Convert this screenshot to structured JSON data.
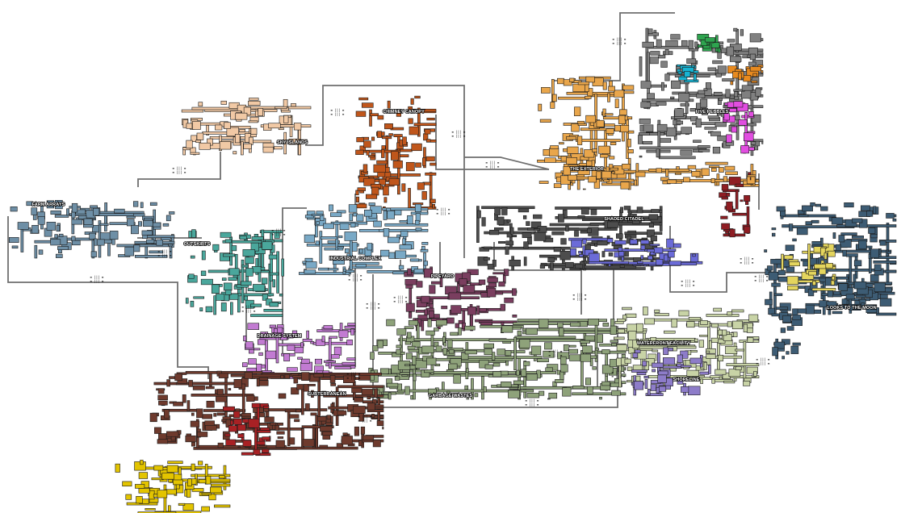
{
  "map_title": "",
  "regions": [
    {
      "id": "sky-islands",
      "label": "SKY ISLANDS",
      "color": "#f1c9a5"
    },
    {
      "id": "chimney-canopy",
      "label": "CHIMNEY CANOPY",
      "color": "#c0561b"
    },
    {
      "id": "farm-arrays",
      "label": "FARM ARRAYS",
      "color": "#6e8fa6"
    },
    {
      "id": "outskirts",
      "label": "OUTSKIRTS",
      "color": "#4aa79c"
    },
    {
      "id": "industrial-complex",
      "label": "INDUSTRIAL COMPLEX",
      "color": "#79a9c6"
    },
    {
      "id": "the-exterior",
      "label": "THE EXTERIOR",
      "color": "#e9a64b"
    },
    {
      "id": "shaded-citadel",
      "label": "SHADED CITADEL",
      "color": "#4d4d4d"
    },
    {
      "id": "five-pebbles",
      "label": "FIVE PEBBLES",
      "color": "#808080"
    },
    {
      "id": "drainage-system",
      "label": "DRAINAGE SYSTEM",
      "color": "#c27bd2"
    },
    {
      "id": "pipeyard",
      "label": "PIPEYARD",
      "color": "#7a3e5f"
    },
    {
      "id": "garbage-wastes",
      "label": "GARBAGE WASTES",
      "color": "#8ea27a"
    },
    {
      "id": "shoreline",
      "label": "SHORELINE",
      "color": "#8d7cc9"
    },
    {
      "id": "waterfront-facility",
      "label": "WATERFRONT FACILITY",
      "color": "#c8d3a6"
    },
    {
      "id": "looks-to-the-moon",
      "label": "LOOKS TO THE MOON",
      "color": "#3d5c74"
    },
    {
      "id": "subterranean",
      "label": "SUBTERRANEAN",
      "color": "#6e3a2d"
    },
    {
      "id": "farm-submerged",
      "label": "",
      "color": "#a82124"
    },
    {
      "id": "depths",
      "label": "",
      "color": "#e3c400"
    },
    {
      "id": "moon-upper",
      "label": "",
      "color": "#e4d55e"
    },
    {
      "id": "shaded-lower",
      "label": "",
      "color": "#6b6bd8"
    },
    {
      "id": "exterior-red",
      "label": "",
      "color": "#8f1d23"
    },
    {
      "id": "pebbles-green",
      "label": "",
      "color": "#2ea44f"
    },
    {
      "id": "pebbles-cyan",
      "label": "",
      "color": "#18b3d2"
    },
    {
      "id": "pebbles-magenta",
      "label": "",
      "color": "#e14ee0"
    },
    {
      "id": "pebbles-orange",
      "label": "",
      "color": "#e88a1f"
    }
  ],
  "gate_glyph": "≡ ||| ≡",
  "colors": {
    "background": "#ffffff",
    "connector": "#6f6f6f",
    "room_outline": "#1a1a1a",
    "gate": "#000000"
  }
}
